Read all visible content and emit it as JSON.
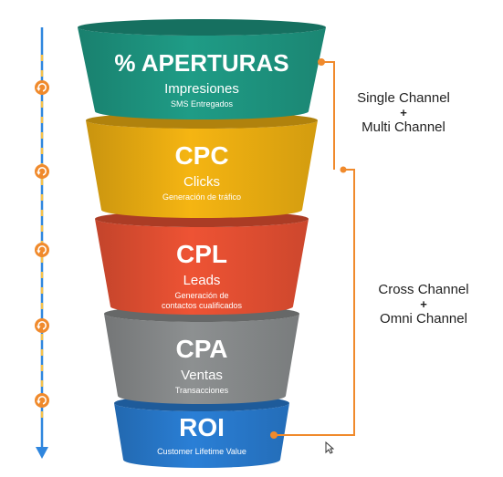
{
  "colors": {
    "stage1": "#1f9c86",
    "stage2": "#f5b512",
    "stage3": "#ee5334",
    "stage4": "#8d9091",
    "stage5": "#2a7fd6",
    "accent": "#f08a2c",
    "arrow": "#2f86de",
    "text_light": "#ffffff"
  },
  "timeline": {
    "icon": "refresh-icon",
    "markers": 5
  },
  "stages": [
    {
      "title": "% APERTURAS",
      "metric": "Impresiones",
      "description": [
        "SMS Entregados"
      ]
    },
    {
      "title": "CPC",
      "metric": "Clicks",
      "description": [
        "Generación de tráfico"
      ]
    },
    {
      "title": "CPL",
      "metric": "Leads",
      "description": [
        "Generación de",
        "contactos cualificados"
      ]
    },
    {
      "title": "CPA",
      "metric": "Ventas",
      "description": [
        "Transacciones"
      ]
    },
    {
      "title": "ROI",
      "metric": "",
      "description": [
        "Customer Lifetime Value"
      ]
    }
  ],
  "channels": [
    {
      "line1": "Single Channel",
      "plus": "+",
      "line2": "Multi Channel"
    },
    {
      "line1": "Cross Channel",
      "plus": "+",
      "line2": "Omni Channel"
    }
  ]
}
